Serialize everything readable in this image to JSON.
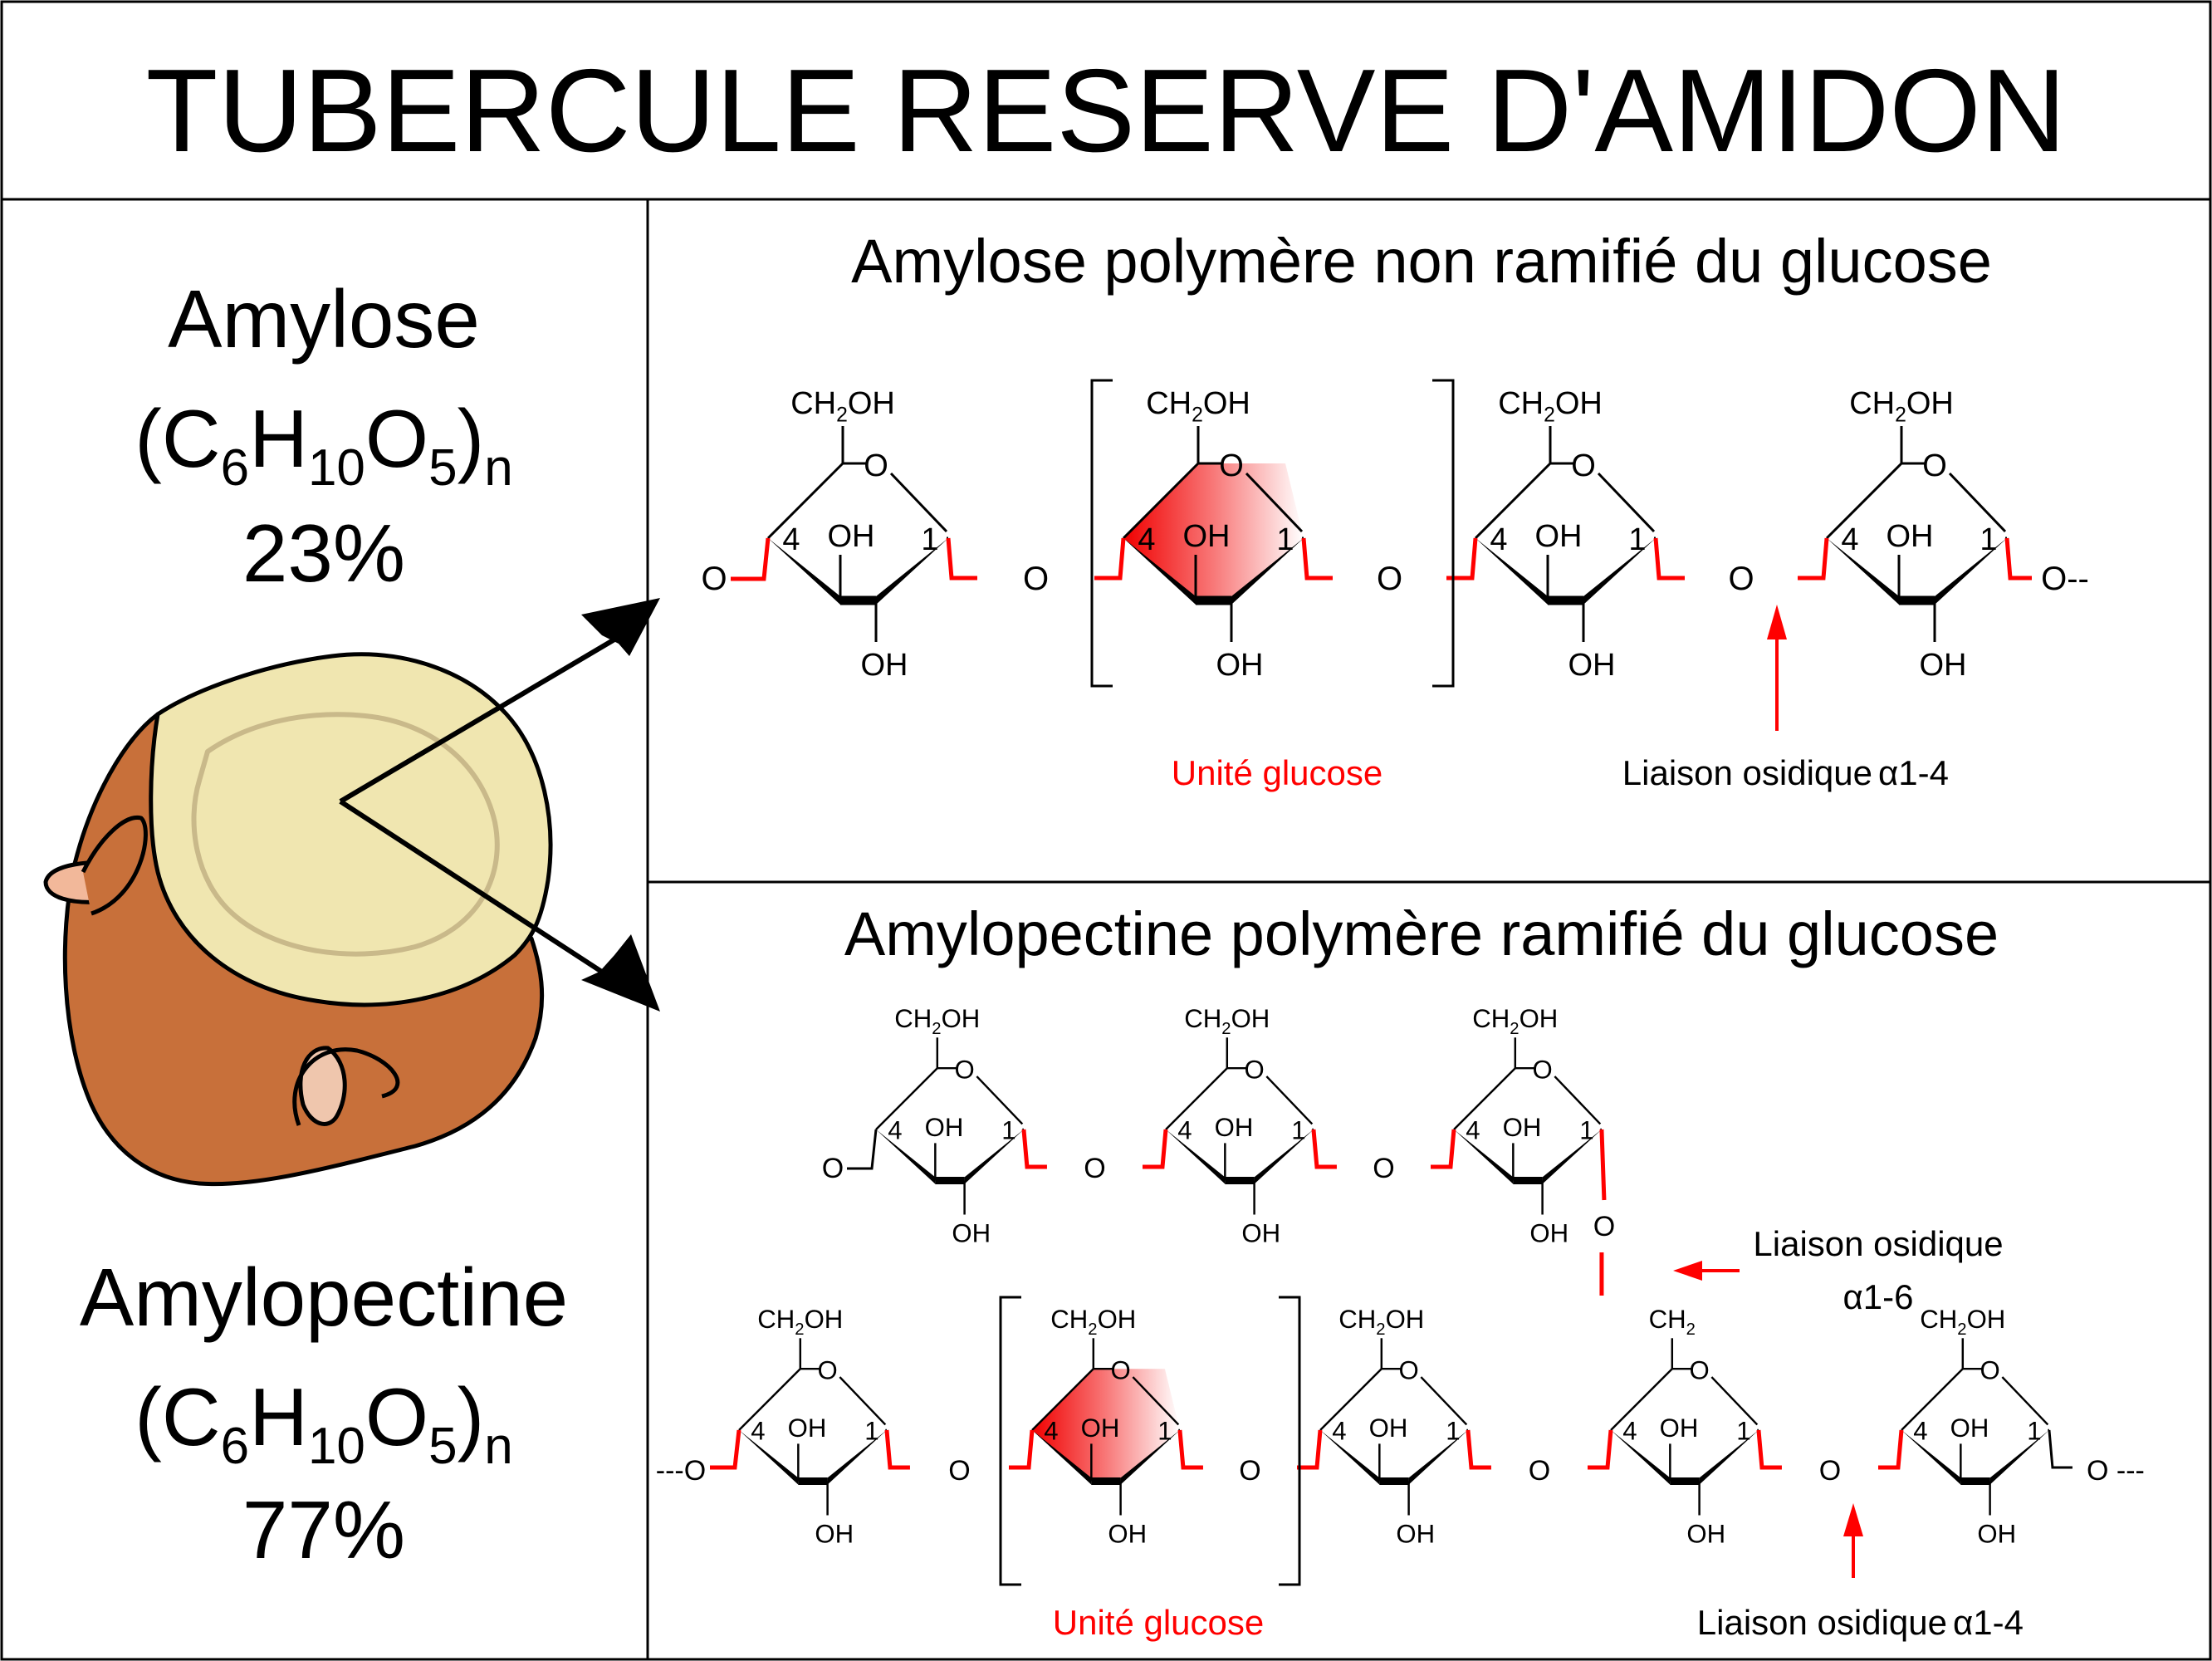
{
  "title": "TUBERCULE RESERVE D'AMIDON",
  "left": {
    "amylose": {
      "name": "Amylose",
      "formula_open": "(C",
      "sub6": "6",
      "h": "H",
      "sub10": "10",
      "o": "O",
      "sub5": "5",
      "close": ")",
      "subn": "n",
      "percent": "23%"
    },
    "amylopectine": {
      "name": "Amylopectine",
      "formula_open": "(C",
      "sub6": "6",
      "h": "H",
      "sub10": "10",
      "o": "O",
      "sub5": "5",
      "close": ")",
      "subn": "n",
      "percent": "77%"
    }
  },
  "amylose_panel": {
    "heading": "Amylose polymère non ramifié du glucose",
    "unit_label": "Unité glucose",
    "bond_label": "Liaison osidique",
    "bond_type": "α1-4",
    "chain_end": "O--"
  },
  "amylopectine_panel": {
    "heading": "Amylopectine polymère ramifié du glucose",
    "unit_label": "Unité glucose",
    "branch_bond_label": "Liaison osidique",
    "branch_bond_type": "α1-6",
    "bond_label": "Liaison osidique",
    "bond_type": "α1-4",
    "chain_start": "---O",
    "chain_end": "O ---"
  },
  "ring": {
    "ch2oh": "CH",
    "ch2oh_sub": "2",
    "ch2oh_tail": "OH",
    "ch2": "CH",
    "ch2_sub": "2",
    "ring_o": "O",
    "oh": "OH",
    "c4": "4",
    "c1": "1",
    "link_o": "O"
  },
  "colors": {
    "red": "#ff0000",
    "potato_skin": "#c8703a",
    "potato_flesh": "#f0e6b0",
    "sprout": "#f2b89a"
  }
}
